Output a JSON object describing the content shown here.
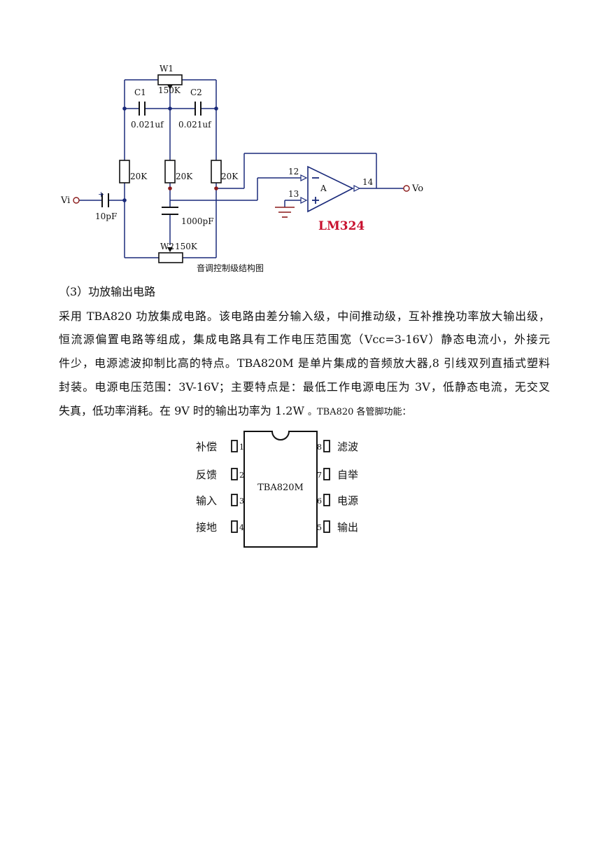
{
  "circuit": {
    "w1_label": "W1",
    "w1_value": "150K",
    "c1_label": "C1",
    "c2_label": "C2",
    "c1_value": "0.021uf",
    "c2_value": "0.021uf",
    "r1_value": "20K",
    "r2_value": "20K",
    "r3_value": "20K",
    "vi_label": "Vi",
    "cin_value": "10pF",
    "cmid_value": "1000pF",
    "w2_label": "W2",
    "w2_value": "150K",
    "pin_12": "12",
    "pin_13": "13",
    "pin_14": "14",
    "amp_label": "A",
    "vo_label": "Vo",
    "chip_label": "LM324",
    "caption": "音调控制级结构图"
  },
  "section_heading": "（3）功放输出电路",
  "paragraph_lines": [
    "采用 TBA820 功放集成电路。该电路由差分输入级，中间推动级，互补推挽功率放大输出级，",
    "恒流源偏置电路等组成，集成电路具有工作电压范围宽（Vcc=3-16V）静态电流小，外接元",
    "件少，电源滤波抑制比高的特点。TBA820M 是单片集成的音频放大器,8 引线双列直插式塑料",
    "封装。电源电压范围：3V-16V；主要特点是：最低工作电源电压为 3V，低静态电流，无交叉",
    "失真，低功率消耗。在 9V 时的输出功率为 1.2W "
  ],
  "paragraph_tail": "。TBA820 各管脚功能：",
  "ic": {
    "name": "TBA820M",
    "left_pins": [
      {
        "num": "1",
        "label": "补偿"
      },
      {
        "num": "2",
        "label": "反馈"
      },
      {
        "num": "3",
        "label": "输入"
      },
      {
        "num": "4",
        "label": "接地"
      }
    ],
    "right_pins": [
      {
        "num": "8",
        "label": "滤波"
      },
      {
        "num": "7",
        "label": "自举"
      },
      {
        "num": "6",
        "label": "电源"
      },
      {
        "num": "5",
        "label": "输出"
      }
    ]
  }
}
